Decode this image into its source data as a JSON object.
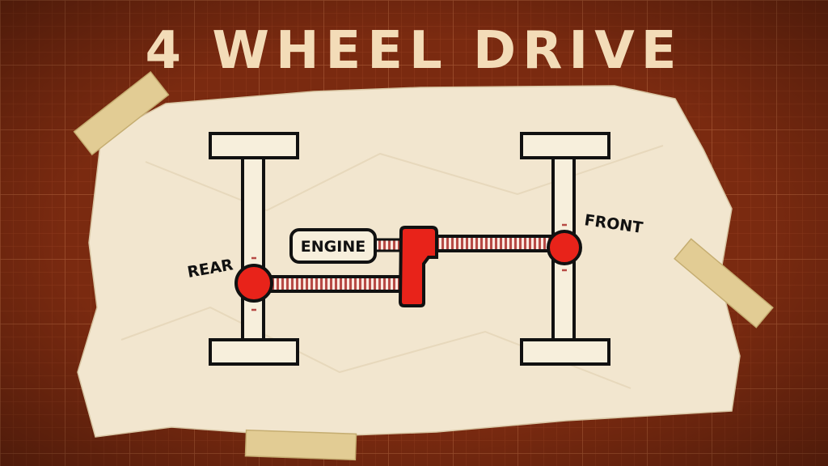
{
  "title": "4 WHEEL DRIVE",
  "labels": {
    "engine": "ENGINE",
    "rear": "REAR",
    "front": "FRONT"
  },
  "colors": {
    "background": "#7a2a10",
    "grid_line": "#9a4a2a",
    "title": "#f3dcb8",
    "paper": "#f2e6cf",
    "tape": "#e2cc94",
    "outline": "#111111",
    "accent_red": "#e8231a",
    "shaft_stripe": "#b74a45"
  }
}
